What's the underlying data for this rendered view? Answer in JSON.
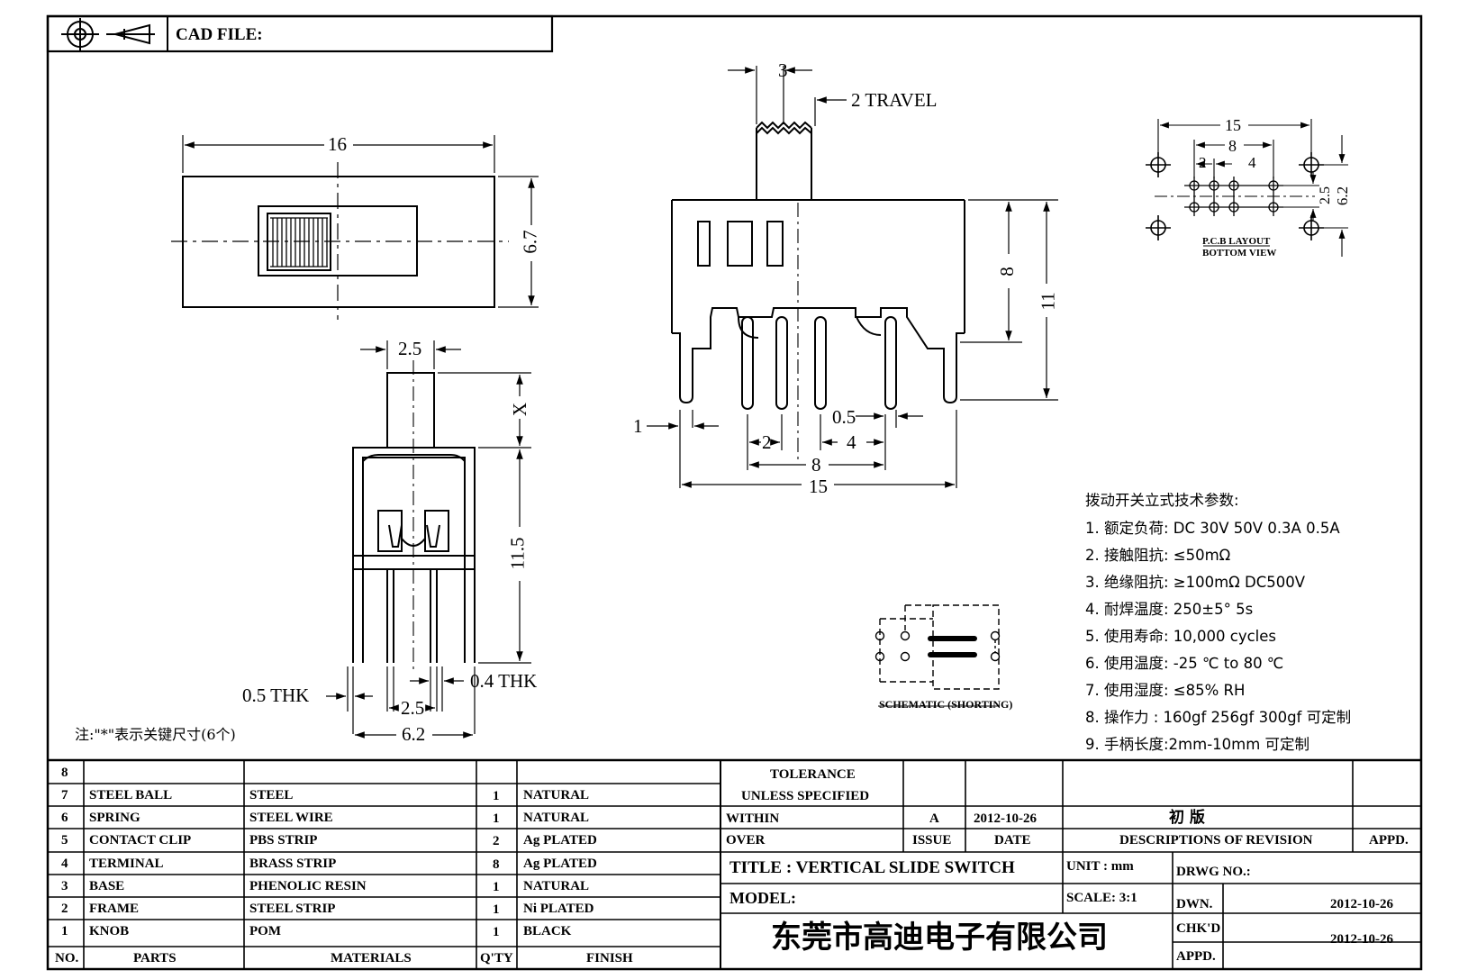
{
  "header": {
    "cad_label": "CAD FILE:"
  },
  "dims": {
    "top_16": "16",
    "top_6_7": "6.7",
    "side_2_5_top": "2.5",
    "side_x": "X",
    "side_11_5": "11.5",
    "side_0_5_thk": "0.5 THK",
    "side_0_4_thk": "0.4 THK",
    "side_2_5_bottom": "2.5",
    "side_6_2": "6.2",
    "front_3": "3",
    "front_2_travel": "2 TRAVEL",
    "front_8_v": "8",
    "front_11": "11",
    "front_1": "1",
    "front_0_5": "0.5",
    "front_2": "2",
    "front_4": "4",
    "front_8_h": "8",
    "front_15": "15",
    "pcb_15": "15",
    "pcb_8": "8",
    "pcb_2": "2",
    "pcb_4": "4",
    "pcb_2_5": "2.5",
    "pcb_6_2": "6.2"
  },
  "pcb_label": {
    "line1": "P.C.B LAYOUT",
    "line2": "BOTTOM VIEW"
  },
  "schematic_label": "SCHEMATIC (SHORTING)",
  "note": "注:\"*\"表示关键尺寸(6个)",
  "specs": {
    "title": "拨动开关立式技术参数:",
    "items": [
      "1.  额定负荷: DC 30V    50V    0.3A    0.5A",
      "2.  接触阻抗: ≤50mΩ",
      "3.  绝缘阻抗: ≥100mΩ   DC500V",
      "4.  耐焊温度: 250±5°  5s",
      "5.  使用寿命: 10,000 cycles",
      "6.  使用温度: -25  ℃  to 80  ℃",
      "7.  使用湿度: ≤85% RH",
      "8.  操作力 : 160gf    256gf    300gf  可定制",
      "9.  手柄长度:2mm-10mm  可定制"
    ]
  },
  "bom": {
    "headers": [
      "NO.",
      "PARTS",
      "MATERIALS",
      "Q'TY",
      "FINISH"
    ],
    "rows": [
      {
        "no": "8",
        "part": "",
        "material": "",
        "qty": "",
        "finish": ""
      },
      {
        "no": "7",
        "part": "STEEL BALL",
        "material": "STEEL",
        "qty": "1",
        "finish": "NATURAL"
      },
      {
        "no": "6",
        "part": "SPRING",
        "material": "STEEL WIRE",
        "qty": "1",
        "finish": "NATURAL"
      },
      {
        "no": "5",
        "part": "CONTACT CLIP",
        "material": "PBS STRIP",
        "qty": "2",
        "finish": "Ag PLATED"
      },
      {
        "no": "4",
        "part": "TERMINAL",
        "material": "BRASS STRIP",
        "qty": "8",
        "finish": "Ag PLATED"
      },
      {
        "no": "3",
        "part": "BASE",
        "material": "PHENOLIC RESIN",
        "qty": "1",
        "finish": "NATURAL"
      },
      {
        "no": "2",
        "part": "FRAME",
        "material": "STEEL STRIP",
        "qty": "1",
        "finish": "Ni PLATED"
      },
      {
        "no": "1",
        "part": "KNOB",
        "material": "POM",
        "qty": "1",
        "finish": "BLACK"
      }
    ]
  },
  "title_block": {
    "tolerance": "TOLERANCE",
    "unless": "UNLESS    SPECIFIED",
    "within": "WITHIN",
    "over": "OVER",
    "issue_value": "A",
    "date_value": "2012-10-26",
    "revision_desc": "初    版",
    "issue_label": "ISSUE",
    "date_label": "DATE",
    "desc_label": "DESCRIPTIONS  OF  REVISION",
    "appd_label": "APPD.",
    "title": "TITLE :   VERTICAL  SLIDE  SWITCH",
    "unit": "UNIT :   mm",
    "drwg_no": "DRWG NO.:",
    "model": "MODEL:",
    "scale": "SCALE:   3:1",
    "dwn": "DWN.",
    "dwn_date": "2012-10-26",
    "chkd": "CHK'D",
    "chkd_date": "2012-10-26",
    "appd2": "APPD.",
    "company": "东莞市高迪电子有限公司"
  }
}
